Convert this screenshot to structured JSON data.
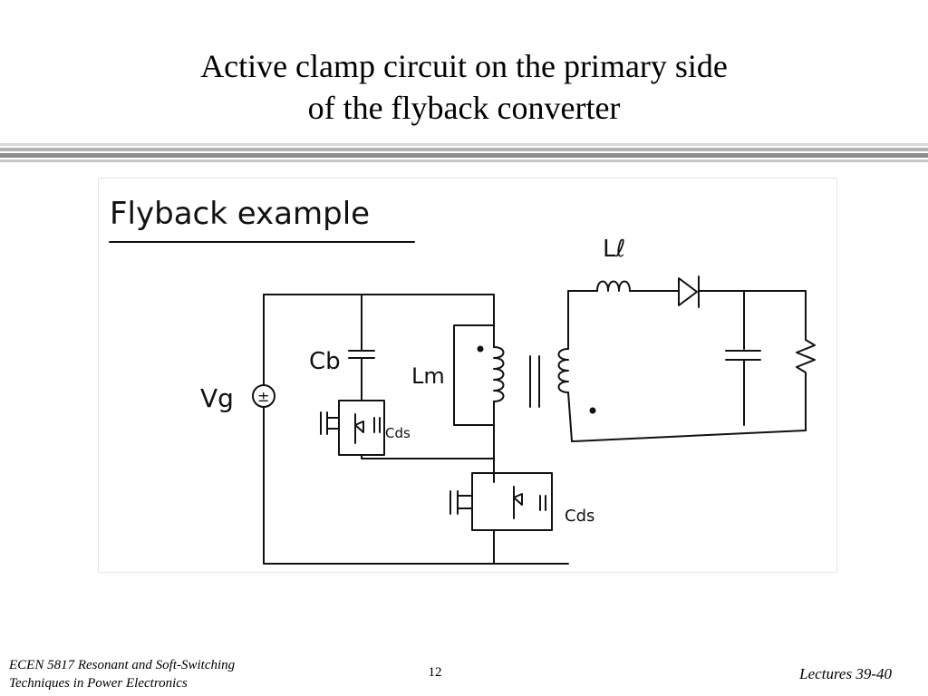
{
  "slide": {
    "title_line1": "Active clamp circuit on the primary side",
    "title_line2": "of the flyback converter"
  },
  "figure": {
    "heading": "Flyback example",
    "labels": {
      "source": "Vg",
      "source_symbol": "±",
      "clamp_capacitor": "Cb",
      "magnetizing_inductance": "Lm",
      "leakage_inductance": "Lℓ",
      "ds_capacitance_clamp": "Cds",
      "ds_capacitance_main": "Cds"
    }
  },
  "footer": {
    "course_line1": "ECEN 5817  Resonant and Soft-Switching",
    "course_line2": "Techniques in Power Electronics",
    "page_number": "12",
    "lectures": "Lectures 39-40"
  },
  "colors": {
    "ink": "#111111",
    "rule_dark": "#8c8c8c",
    "rule_light": "#d9d9d9"
  }
}
